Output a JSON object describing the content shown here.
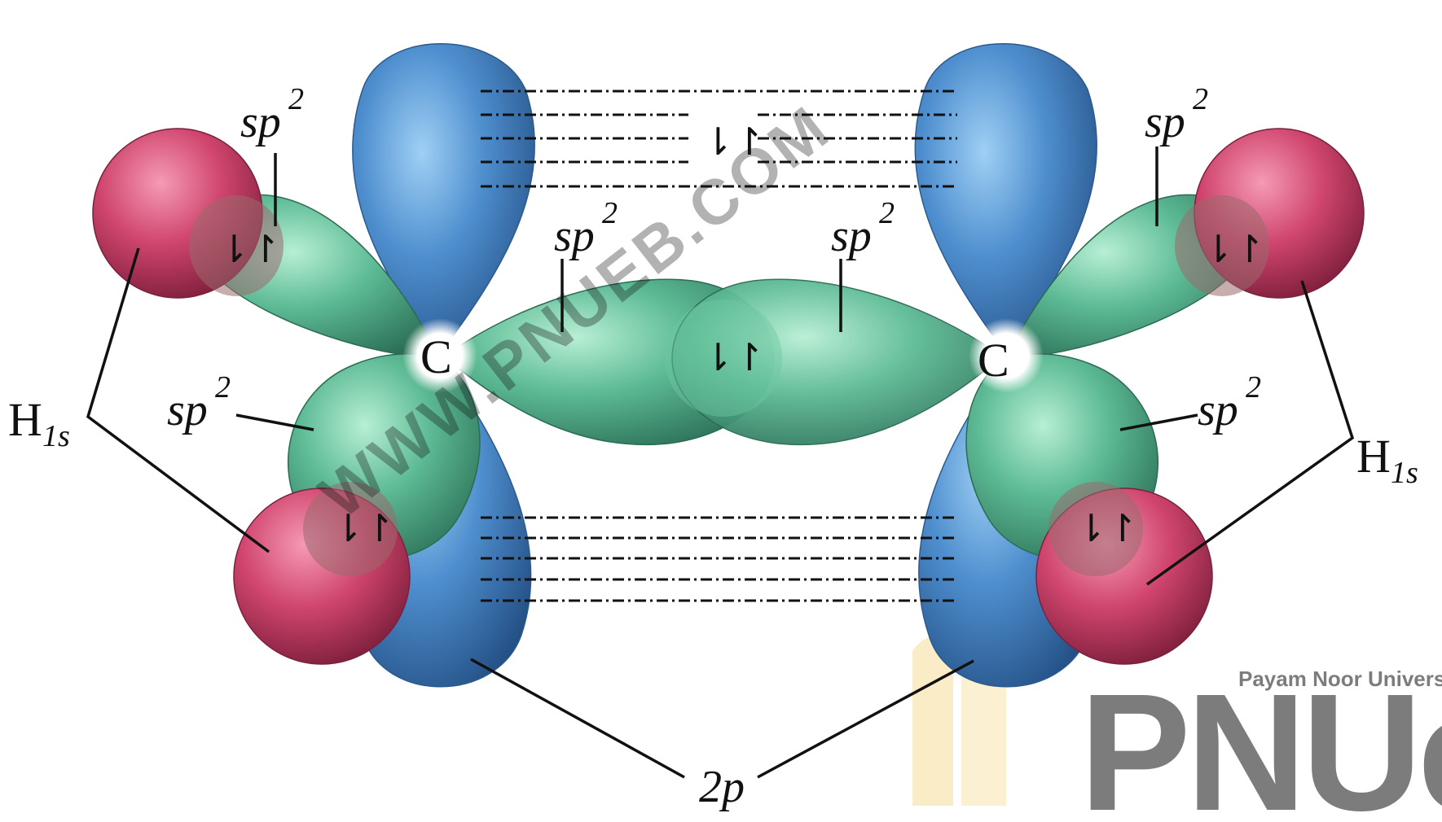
{
  "diagram": {
    "carbon_label": "C",
    "hybrid_label_base": "sp",
    "hybrid_label_power": "2",
    "hydrogen_label_base": "H",
    "hydrogen_label_sub": "1s",
    "p_orbital_label": "2p",
    "electron_pair": "⇂↾"
  },
  "watermark": {
    "logo_text": "PNUe",
    "logo_caption": "Payam Noor Univers",
    "diagonal_text": "WWW.PNUEB.COM",
    "colors": {
      "p_orbital": "#3d78b8",
      "sp2_orbital": "#4fa887",
      "h_1s_orbital": "#c83a62",
      "watermark_green": "#7fe08a",
      "logo_orange": "#f3b433"
    }
  }
}
